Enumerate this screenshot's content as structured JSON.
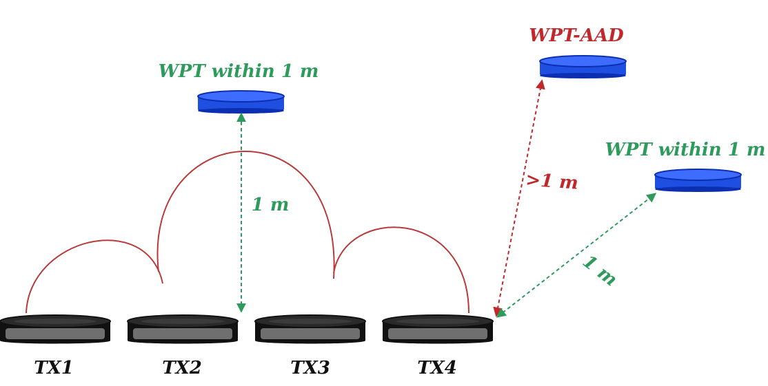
{
  "transmitters": [
    {
      "id": "tx1",
      "label": "TX1"
    },
    {
      "id": "tx2",
      "label": "TX2"
    },
    {
      "id": "tx3",
      "label": "TX3"
    },
    {
      "id": "tx4",
      "label": "TX4"
    }
  ],
  "receivers": [
    {
      "id": "rx-top",
      "label": "WPT within 1 m"
    },
    {
      "id": "rx-aad",
      "label": "WPT-AAD"
    },
    {
      "id": "rx-right",
      "label": "WPT within 1 m"
    }
  ],
  "distances": {
    "vertical": "1 m",
    "aad": ">1 m",
    "diagonal": "1 m"
  },
  "colors": {
    "coil_fill": "#6f6f6f",
    "coil_stroke": "#111111",
    "receiver": "#1f4fe0",
    "receiver_dark": "#0b2fb0",
    "field_line": "#b83a3a",
    "green_arrow": "#2e9a5c",
    "red_arrow": "#c0282b"
  }
}
